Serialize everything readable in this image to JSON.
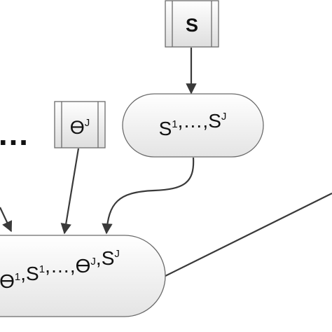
{
  "nodes": {
    "s_box": {
      "label": "S"
    },
    "theta_j_box": {
      "base": "ϴ",
      "sup": "J"
    },
    "s_sequence": {
      "parts": [
        {
          "base": "S",
          "sup": "1"
        },
        {
          "text": ",…,"
        },
        {
          "base": "S",
          "sup": "J"
        }
      ]
    },
    "combined": {
      "parts": [
        {
          "base": "ϴ",
          "sup": "1"
        },
        {
          "text": ","
        },
        {
          "base": "S",
          "sup": "1"
        },
        {
          "text": ",…,"
        },
        {
          "base": "ϴ",
          "sup": "J"
        },
        {
          "text": ","
        },
        {
          "base": "S",
          "sup": "J"
        }
      ]
    }
  },
  "ellipsis": "…",
  "colors": {
    "stroke": "#6b6b6b",
    "arrow": "#3a3a3a",
    "fill_light": "#ffffff",
    "fill_dark": "#e2e2e2"
  }
}
